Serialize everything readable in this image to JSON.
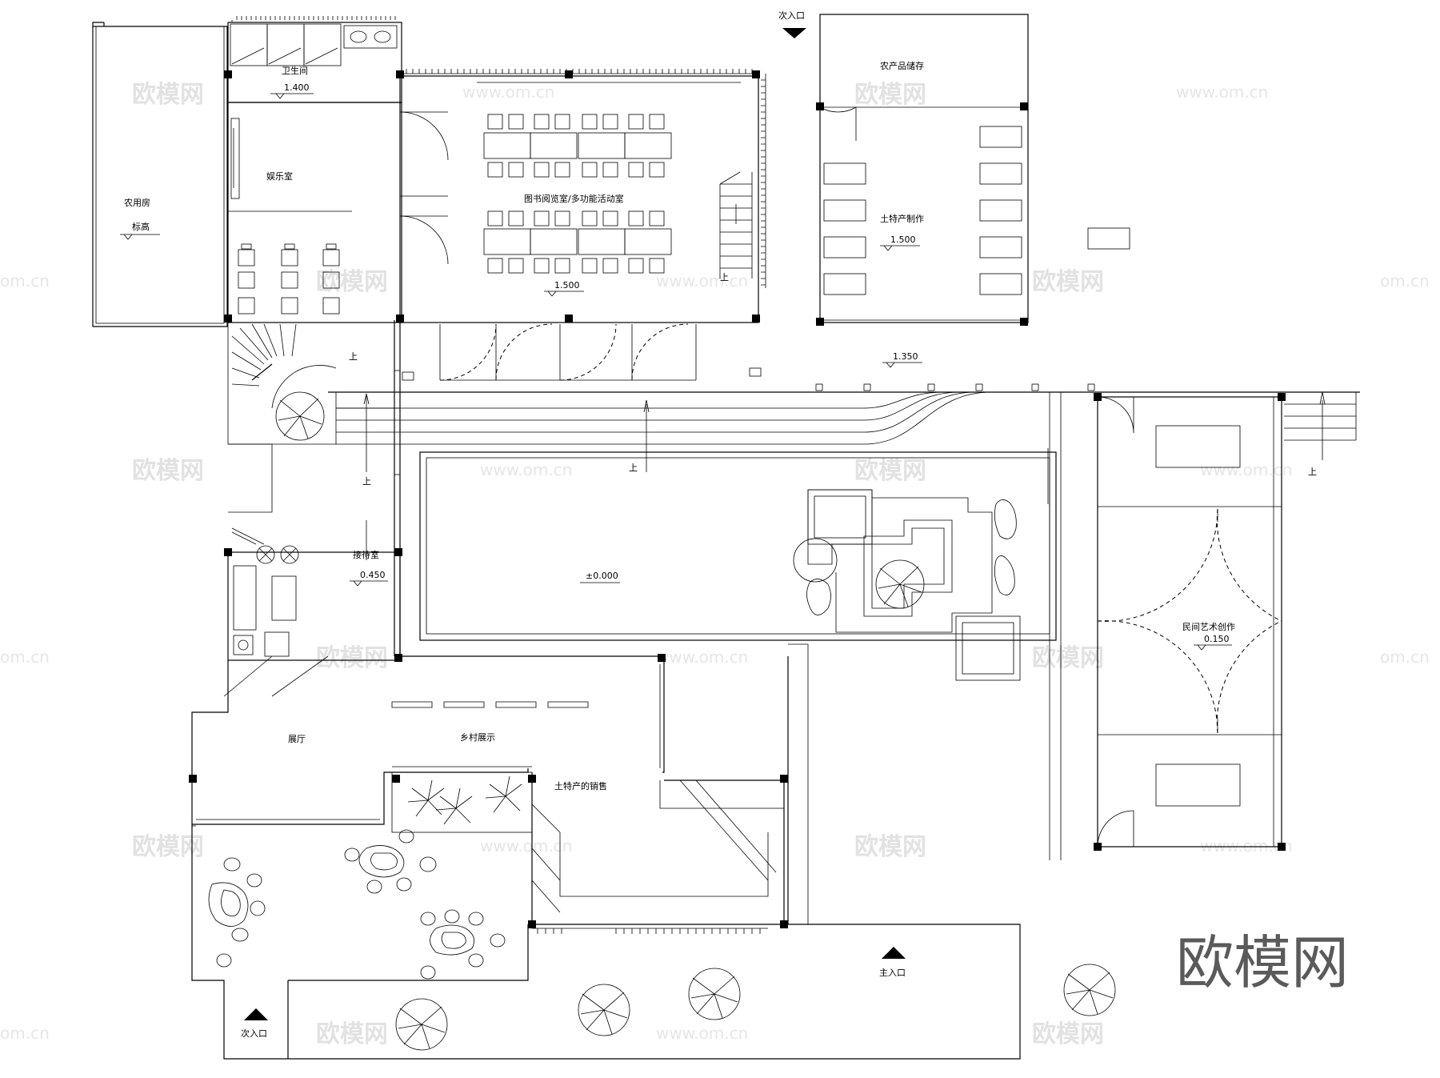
{
  "rooms": {
    "wc": "卫生间",
    "entertainment": "娱乐室",
    "farm_room": "农用房",
    "elevation_mark": "标高",
    "library": "图书阅览室/多功能活动室",
    "produce_storage": "农产品储存",
    "specialty_making": "土特产制作",
    "reception": "接待室",
    "exhibition_hall": "展厅",
    "village_display": "乡村展示",
    "specialty_sales": "土特产的销售",
    "folk_art": "民间艺术创作",
    "courtyard_level": "±0.000"
  },
  "levels": {
    "wc": "1.400",
    "library": "1.500",
    "specialty_making": "1.500",
    "walkway": "1.350",
    "reception": "0.450",
    "folk_art": "0.150"
  },
  "entrances": {
    "secondary_top": "次入口",
    "secondary_bottom": "次入口",
    "main": "主入口"
  },
  "stair_up": "上",
  "watermarks": {
    "brand": "欧模网",
    "url": "www.om.cn",
    "url_cut": "om.cn",
    "corner_brand": "欧模网"
  }
}
